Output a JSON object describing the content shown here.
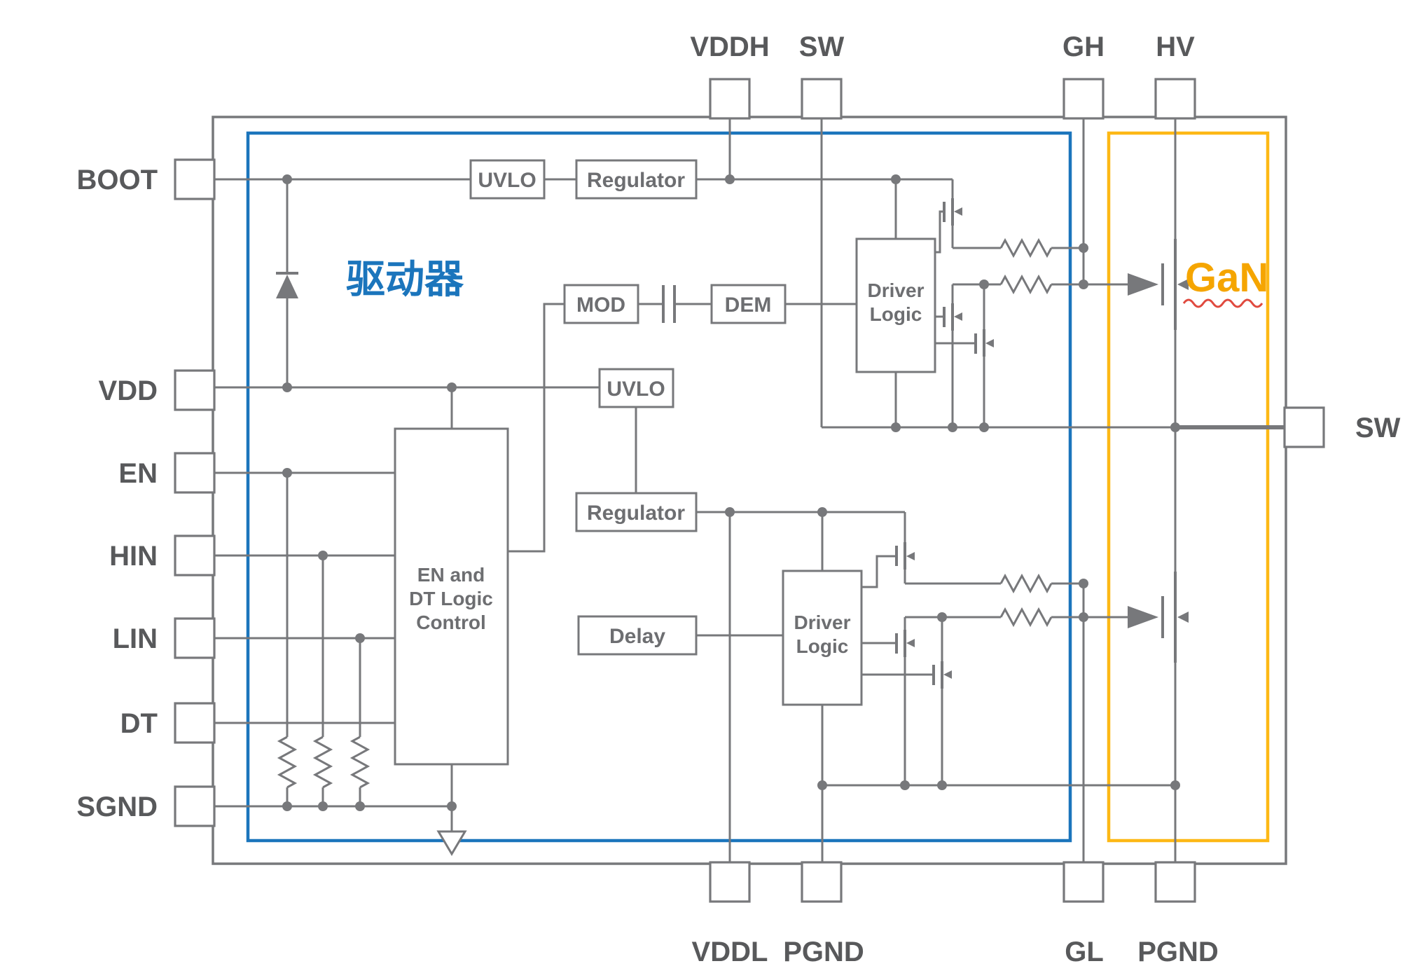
{
  "colors": {
    "line_gray": "#77787b",
    "text_gray": "#58595b",
    "block_text_gray": "#6d6e71",
    "accent_blue": "#1b75bc",
    "accent_gold": "#fdb815",
    "gan_gold": "#f5a500",
    "squiggle_red": "#e04a3f",
    "background": "#ffffff"
  },
  "pins": {
    "left": [
      "BOOT",
      "VDD",
      "EN",
      "HIN",
      "LIN",
      "DT",
      "SGND"
    ],
    "top": [
      "VDDH",
      "SW",
      "GH",
      "HV"
    ],
    "bottom": [
      "VDDL",
      "PGND",
      "GL",
      "PGND"
    ],
    "right": [
      "SW"
    ]
  },
  "regions": {
    "driver_label": "驱动器",
    "gan_label": "GaN"
  },
  "blocks": {
    "uvlo_top": "UVLO",
    "regulator_top": "Regulator",
    "mod": "MOD",
    "dem": "DEM",
    "driver_logic": {
      "line1": "Driver",
      "line2": "Logic"
    },
    "uvlo_mid": "UVLO",
    "regulator_mid": "Regulator",
    "en_dt_control": {
      "line1": "EN and",
      "line2": "DT Logic",
      "line3": "Control"
    },
    "delay": "Delay"
  }
}
